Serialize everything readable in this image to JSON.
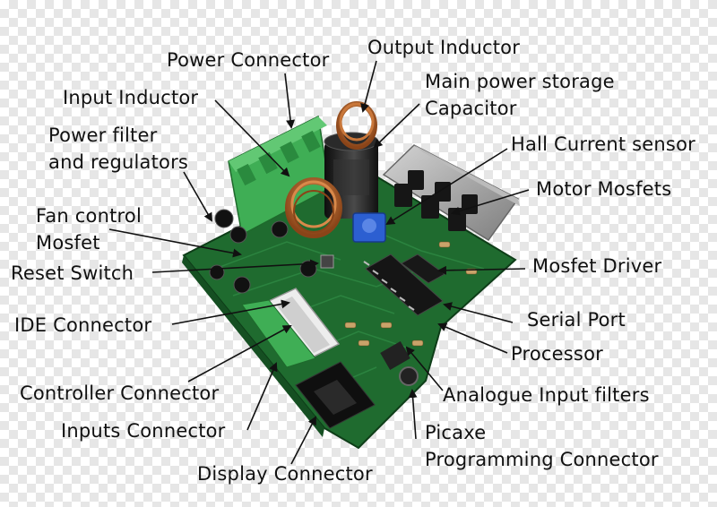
{
  "colors": {
    "pcb": "#1f6b2f",
    "pcb_dark": "#154f22",
    "terminal": "#3fae55",
    "capacitor": "#1a1a1a",
    "copper": "#b86a2c",
    "heatsink": "#a9a9a9",
    "blue_pot": "#2c5fd1",
    "text": "#111111"
  },
  "labels": {
    "power_connector": "Power Connector",
    "output_inductor": "Output Inductor",
    "main_power_storage_line1": "Main power storage",
    "main_power_storage_line2": "Capacitor",
    "input_inductor": "Input Inductor",
    "power_filter_line1": "Power filter",
    "power_filter_line2": "and regulators",
    "hall_current_sensor": "Hall Current sensor",
    "motor_mosfets": "Motor Mosfets",
    "fan_control_line1": "Fan control",
    "fan_control_line2": "Mosfet",
    "reset_switch": "Reset Switch",
    "mosfet_driver": "Mosfet Driver",
    "ide_connector": "IDE Connector",
    "serial_port": "Serial Port",
    "processor": "Processor",
    "controller_connector": "Controller Connector",
    "analogue_input_filters": "Analogue Input filters",
    "inputs_connector": "Inputs Connector",
    "picaxe_line1": "Picaxe",
    "picaxe_line2": "Programming Connector",
    "display_connector": "Display Connector"
  }
}
